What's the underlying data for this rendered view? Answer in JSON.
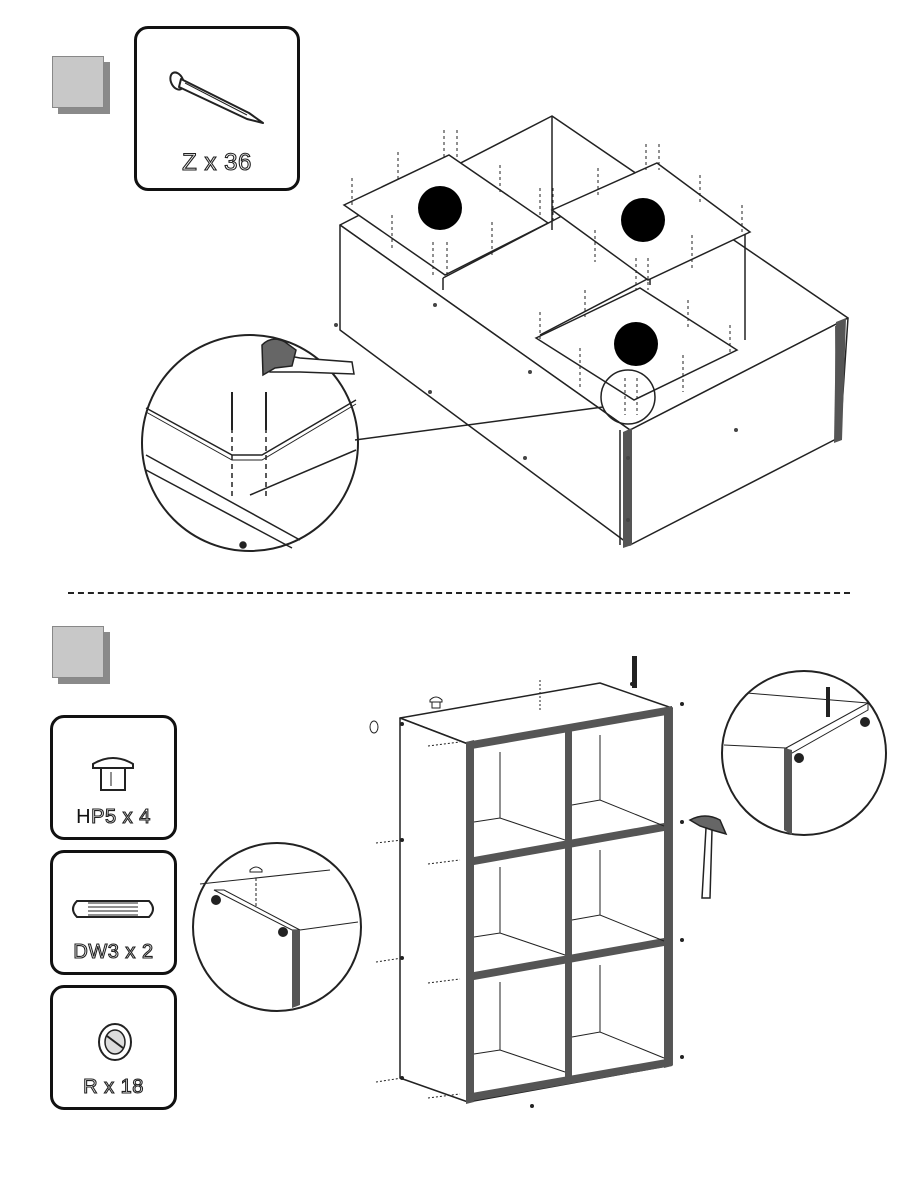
{
  "step1": {
    "parts": [
      {
        "code": "Z",
        "quantity": "36",
        "label": "Z x 36",
        "icon": "nail-icon"
      }
    ],
    "callouts": [
      "hammer-icon",
      "nail-icon",
      "detail-magnifier"
    ],
    "markers": [
      "black-dot",
      "black-dot",
      "black-dot"
    ]
  },
  "step2": {
    "parts": [
      {
        "code": "HP5",
        "quantity": "4",
        "label_first": "H",
        "label_rest": "P5 x 4",
        "icon": "hole-plug-icon"
      },
      {
        "code": "DW3",
        "quantity": "2",
        "label": "DW3 x 2",
        "icon": "dowel-icon"
      },
      {
        "code": "R",
        "quantity": "18",
        "label": "R x 18",
        "icon": "cam-lock-icon"
      }
    ],
    "callouts": [
      "hammer-icon",
      "detail-magnifier-left",
      "detail-magnifier-right"
    ]
  },
  "colors": {
    "badge": "#c8c8c8",
    "badge_shadow": "#8a8a8a",
    "line": "#222222",
    "edge": "#555555"
  }
}
